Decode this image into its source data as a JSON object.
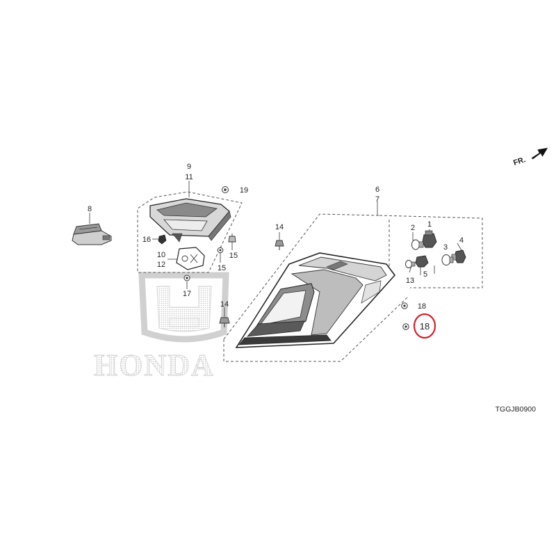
{
  "diagram_code": "TGGJB0900",
  "watermark": {
    "brand_text": "HONDA",
    "color": "#cfcfcf"
  },
  "direction_indicator": {
    "label": "FR."
  },
  "callouts": {
    "c1": "1",
    "c2": "2",
    "c3": "3",
    "c4": "4",
    "c5": "5",
    "c6": "6",
    "c7": "7",
    "c8": "8",
    "c9": "9",
    "c10": "10",
    "c11": "11",
    "c12": "12",
    "c13": "13",
    "c14a": "14",
    "c14b": "14",
    "c15a": "15",
    "c15b": "15",
    "c16": "16",
    "c17": "17",
    "c18a": "18",
    "c18b": "18",
    "c19": "19"
  },
  "highlight": {
    "part_number": "18",
    "ring_color": "#d6202a"
  },
  "colors": {
    "line": "#333333",
    "dashed": "#555555",
    "lamp_fill": "#bdbdbd",
    "lamp_dark": "#5a5a5a"
  }
}
